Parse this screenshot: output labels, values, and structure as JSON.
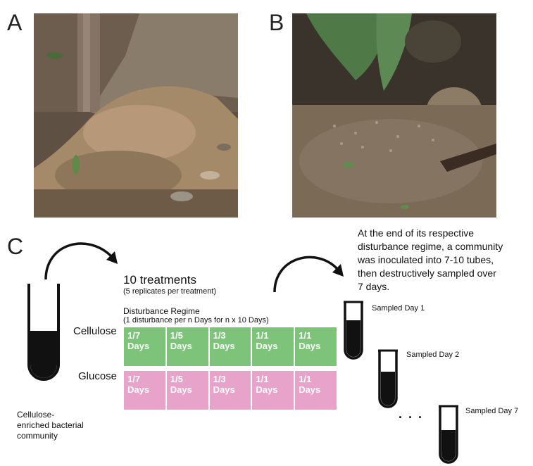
{
  "panels": {
    "a": "A",
    "b": "B",
    "c": "C"
  },
  "treatments": {
    "title": "10 treatments",
    "subtitle": "(5 replicates per treatment)"
  },
  "regime": {
    "title": "Disturbance Regime",
    "subtitle": "(1 disturbance per n Days for n x 10 Days)"
  },
  "rows": [
    {
      "label": "Cellulose",
      "cells": [
        "1/7\nDays",
        "1/5\nDays",
        "1/3\nDays",
        "1/1\nDays",
        "1/1\nDays"
      ]
    },
    {
      "label": "Glucose",
      "cells": [
        "1/7\nDays",
        "1/5\nDays",
        "1/3\nDays",
        "1/1\nDays",
        "1/1\nDays"
      ]
    }
  ],
  "community_label": [
    "Cellulose-",
    "enriched bacterial",
    "community"
  ],
  "description": [
    "At the end of its respective",
    "disturbance regime, a community",
    "was inoculated into 7-10 tubes,",
    "then destructively sampled over",
    "7 days."
  ],
  "samples": [
    "Sampled Day 1",
    "Sampled Day 2",
    "Sampled Day 7"
  ],
  "ellipsis": ". . .",
  "colors": {
    "green": "#7dc47a",
    "pink": "#e7a3c9",
    "tube": "#111111"
  }
}
